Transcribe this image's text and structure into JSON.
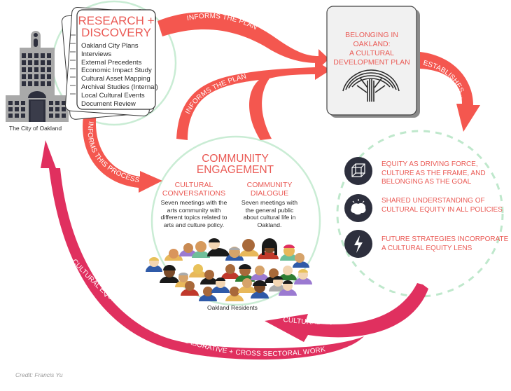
{
  "city": {
    "label": "The City of Oakland",
    "icon": "city-hall-icon"
  },
  "research": {
    "title_line1": "RESEARCH +",
    "title_line2": "DISCOVERY",
    "items": [
      "Oakland City Plans",
      "Interviews",
      "External Precedents",
      "Economic Impact Study",
      "Cultural Asset Mapping",
      "Archival Studies (Internal)",
      "Local Cultural Events",
      "Document Review"
    ]
  },
  "plan": {
    "line1": "BELONGING IN OAKLAND:",
    "line2": "A CULTURAL",
    "line3": "DEVELOPMENT PLAN",
    "icon": "oak-tree-icon"
  },
  "arrows": {
    "research_to_plan": "INFORMS THE PLAN",
    "engagement_to_plan": "INFORMS THE PLAN",
    "research_to_engagement": "INFORMS THIS PROCESS",
    "plan_establishes": "ESTABLISHES...",
    "goals_to_residents": "CULTURAL EQUITY + CIVIC ENGAGEMENT",
    "back_to_city": "CULTURAL EQUITY AS FRAME FOR COLLABORATIVE + CROSS SECTORAL WORK"
  },
  "engagement": {
    "title_line1": "COMMUNITY",
    "title_line2": "ENGAGEMENT",
    "conversations": {
      "title_line1": "CULTURAL",
      "title_line2": "CONVERSATIONS",
      "body": [
        "Seven meetings with the",
        "arts community with",
        "different topics related to",
        "arts and culture policy."
      ]
    },
    "dialogue": {
      "title_line1": "COMMUNITY",
      "title_line2": "DIALOGUE",
      "body": [
        "Seven meetings with",
        "the general public",
        "about cultural life in",
        "Oakland."
      ]
    },
    "residents_label": "Oakland Residents"
  },
  "goals": [
    {
      "icon": "cube-icon",
      "lines": [
        "EQUITY AS DRIVING FORCE,",
        "CULTURE AS THE FRAME, AND",
        "BELONGING AS THE GOAL"
      ]
    },
    {
      "icon": "brain-icon",
      "lines": [
        "SHARED UNDERSTANDING OF",
        "CULTURAL EQUITY IN ALL POLICIES"
      ]
    },
    {
      "icon": "lightning-icon",
      "lines": [
        "FUTURE STRATEGIES INCORPORATE",
        "A CULTURAL EQUITY LENS"
      ]
    }
  ],
  "colors": {
    "coral": "#f4574f",
    "magenta": "#e0305f",
    "mint": "#bfe8cc",
    "navy": "#2d2f3d",
    "building": "#a9a9a9"
  },
  "credit": "Credit: Francis Yu"
}
